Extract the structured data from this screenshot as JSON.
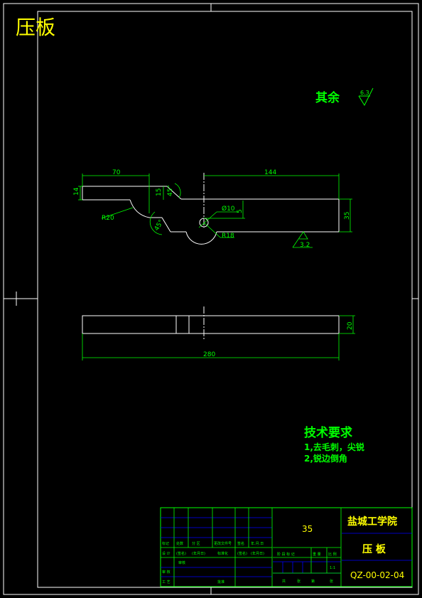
{
  "title": "压板",
  "roughness": {
    "label": "其余",
    "value": "6.3"
  },
  "dimensions": {
    "d70": "70",
    "d144": "144",
    "d14": "14",
    "d15": "15",
    "d45a": "45°",
    "d45b": "45°",
    "dphi10": "Ø10",
    "d5": "5",
    "d35": "35",
    "r20": "R20",
    "r18": "R18",
    "rough32": "3.2",
    "d20": "20",
    "d280": "280"
  },
  "tech": {
    "heading": "技术要求",
    "line1": "1,去毛刺，尖锐",
    "line2": "2,锐边倒角"
  },
  "titleblock": {
    "material": "35",
    "school": "盐城工学院",
    "part_name": "压 板",
    "drawing_no": "QZ-00-02-04",
    "scale": "1:1",
    "row1": [
      "标记",
      "处数",
      "分 区",
      "更改文件号",
      "签名",
      "年.月.日"
    ],
    "row2": [
      "设 计",
      "(签名)",
      "(年月日)",
      "标准化",
      "(签名)",
      "(年月日)"
    ],
    "row3": "审核",
    "row4": [
      "审 核",
      "工 艺",
      "批准"
    ],
    "stage_labels": [
      "阶 段 标 记",
      "重 量",
      "比 例"
    ],
    "bottom_labels": [
      "共",
      "张",
      "第",
      "张"
    ]
  },
  "colors": {
    "line": "#ffffff",
    "dim": "#00ff00",
    "title": "#ffff00",
    "grid": "#0000ff"
  }
}
